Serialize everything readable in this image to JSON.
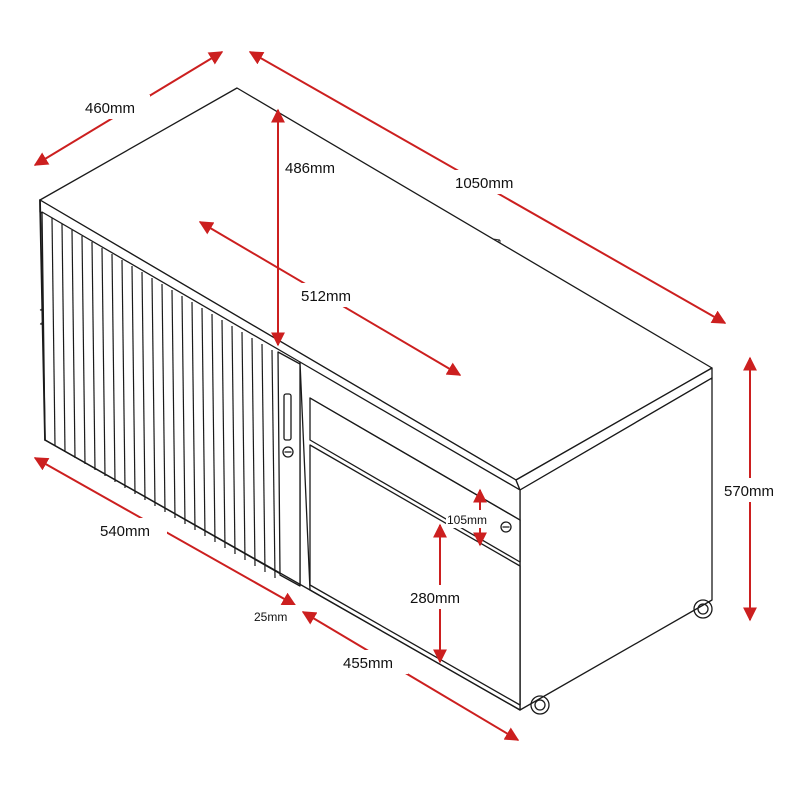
{
  "dimensions": {
    "depth": "460mm",
    "width": "1050mm",
    "height": "570mm",
    "inner_height": "486mm",
    "inner_width": "512mm",
    "tambour_width": "540mm",
    "gap": "25mm",
    "pedestal_width": "455mm",
    "drawer_height": "105mm",
    "file_drawer_height": "280mm"
  },
  "colors": {
    "arrow": "#cc1f1f",
    "line": "#1a1a1a"
  }
}
